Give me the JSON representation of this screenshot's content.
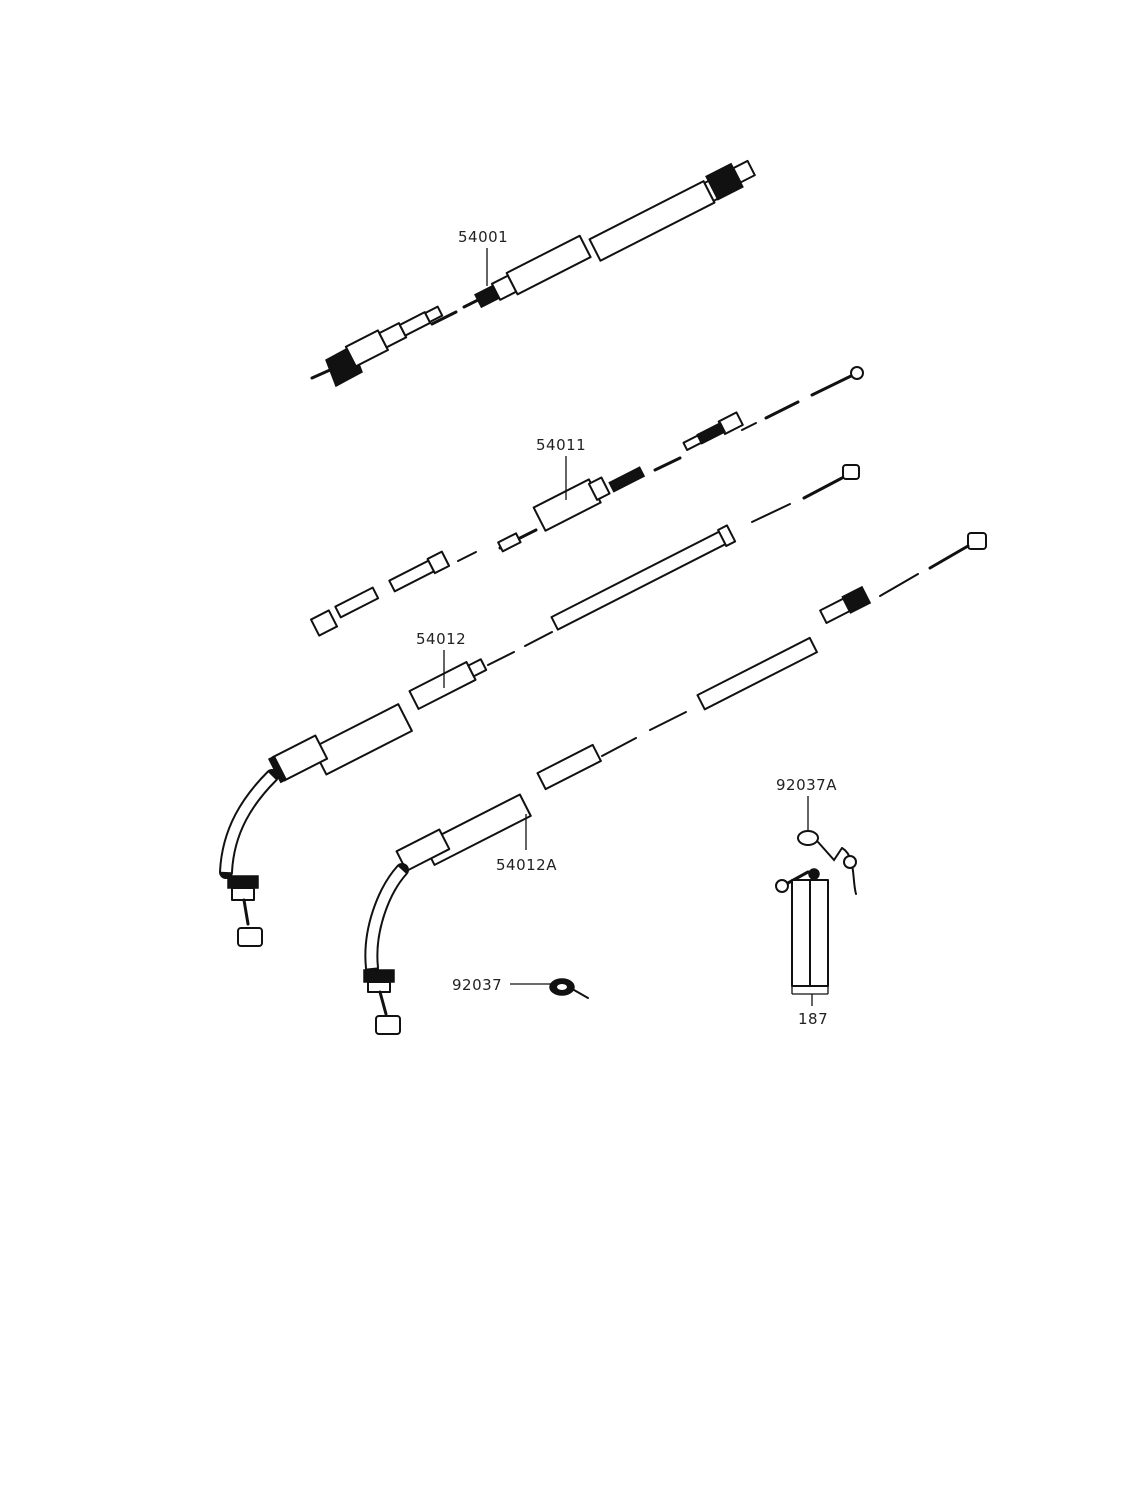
{
  "diagram": {
    "labels": {
      "speedometer_cable": "54001",
      "clutch_cable": "54011",
      "throttle_cable": "54012",
      "throttle_cable_a": "54012A",
      "clamp": "92037",
      "clamp_a": "92037A",
      "tube": "187"
    }
  },
  "colors": {
    "ink": "#111111",
    "paper": "#ffffff"
  }
}
